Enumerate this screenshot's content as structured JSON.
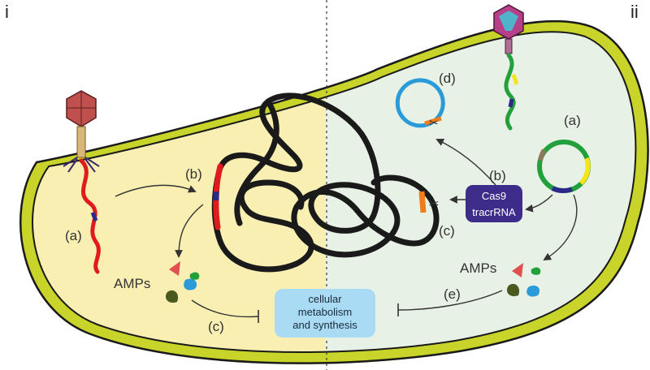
{
  "panels": {
    "left": "i",
    "right": "ii"
  },
  "left_panel": {
    "label_a": "(a)",
    "label_b": "(b)",
    "label_c": "(c)",
    "amps": "AMPs"
  },
  "right_panel": {
    "label_a": "(a)",
    "label_b": "(b)",
    "label_c": "(c)",
    "label_d": "(d)",
    "label_e": "(e)",
    "amps": "AMPs",
    "cas9": "Cas9",
    "tracrrna": "tracrRNA"
  },
  "center_box": {
    "line1": "cellular",
    "line2": "metabolism",
    "line3": "and synthesis"
  },
  "colors": {
    "cell_outer": "#c8d42a",
    "cytoplasm_left": "#f9efb3",
    "cytoplasm_right": "#e8f1e6",
    "chromosome": "#1a1a1a",
    "phage_dna": "#e11b1b",
    "crispr_blue": "#2a9bd8",
    "cas9_box": "#3e2c8a",
    "metabolism_box": "#a9dcf4"
  }
}
